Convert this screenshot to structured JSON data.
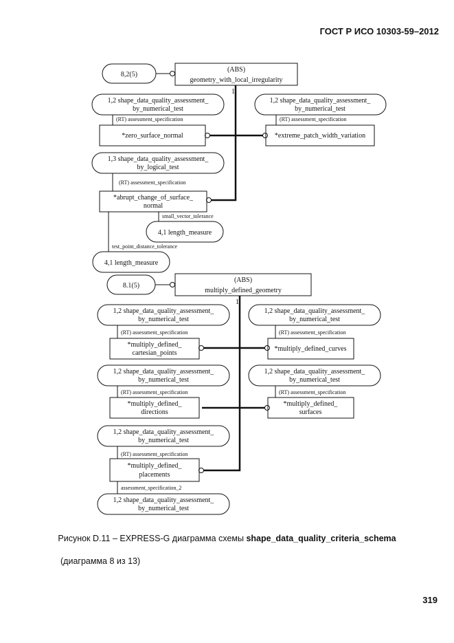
{
  "header": "ГОСТ Р ИСО 10303-59–2012",
  "page_number": "319",
  "caption": {
    "prefix": "Рисунок D.11 – EXPRESS-G диаграмма схемы ",
    "schema": "shape_data_quality_criteria_schema",
    "note": "(диаграмма 8 из 13)"
  },
  "diagram": {
    "ref_geom_local": "8,2(5)",
    "abs_1": "(ABS)",
    "geom_local": "geometry_with_local_irregularity",
    "card_1": "1",
    "ref_ext_p": "1,2  shape_data_quality_assessment_",
    "ref_ext_s": "by_numerical_test",
    "attr_ext": "(RT) assessment_specification",
    "ext_patch": "*extreme_patch_width_variation",
    "ref_zero_p": "1,2  shape_data_quality_assessment_",
    "ref_zero_s": "by_numerical_test",
    "attr_zero": "(RT) assessment_specification",
    "zero_surf": "*zero_surface_normal",
    "ref_abr_p": "1,3  shape_data_quality_assessment_",
    "ref_abr_s": "by_logical_test",
    "attr_abr": "(RT) assessment_specification",
    "abrupt_p": "*abrupt_change_of_surface_",
    "abrupt_s": "normal",
    "attr_svt": "small_vector_tolerance",
    "ref_len1": "4,1  length_measure",
    "attr_tpd": "test_point_distance_tolerance",
    "ref_len2": "4,1  length_measure",
    "ref_mult_geom": "8.1(5)",
    "abs_2": "(ABS)",
    "mult_geom": "multiply_defined_geometry",
    "card_2": "1",
    "ref_cp_p": "1,2  shape_data_quality_assessment_",
    "ref_cp_s": "by_numerical_test",
    "attr_cp": "(RT) assessment_specification",
    "cart_pts_p": "*multiply_defined_",
    "cart_pts_s": "cartesian_points",
    "ref_cv_p": "1,2  shape_data_quality_assessment_",
    "ref_cv_s": "by_numerical_test",
    "attr_cv": "(RT) assessment_specification",
    "curves": "*multiply_defined_curves",
    "ref_dir_p": "1,2  shape_data_quality_assessment_",
    "ref_dir_s": "by_numerical_test",
    "attr_dir": "(RT) assessment_specification",
    "dirs_p": "*multiply_defined_",
    "dirs_s": "directions",
    "ref_sf_p": "1,2  shape_data_quality_assessment_",
    "ref_sf_s": "by_numerical_test",
    "attr_sf": "(RT) assessment_specification",
    "surf_p": "*multiply_defined_",
    "surf_s": "surfaces",
    "ref_pl_p": "1,2  shape_data_quality_assessment_",
    "ref_pl_s": "by_numerical_test",
    "attr_pl": "(RT) assessment_specification",
    "place_p": "*multiply_defined_",
    "place_s": "placements",
    "attr_as2": "assessment_specification_2",
    "ref_last_p": "1,2  shape_data_quality_assessment_",
    "ref_last_s": "by_numerical_test"
  }
}
